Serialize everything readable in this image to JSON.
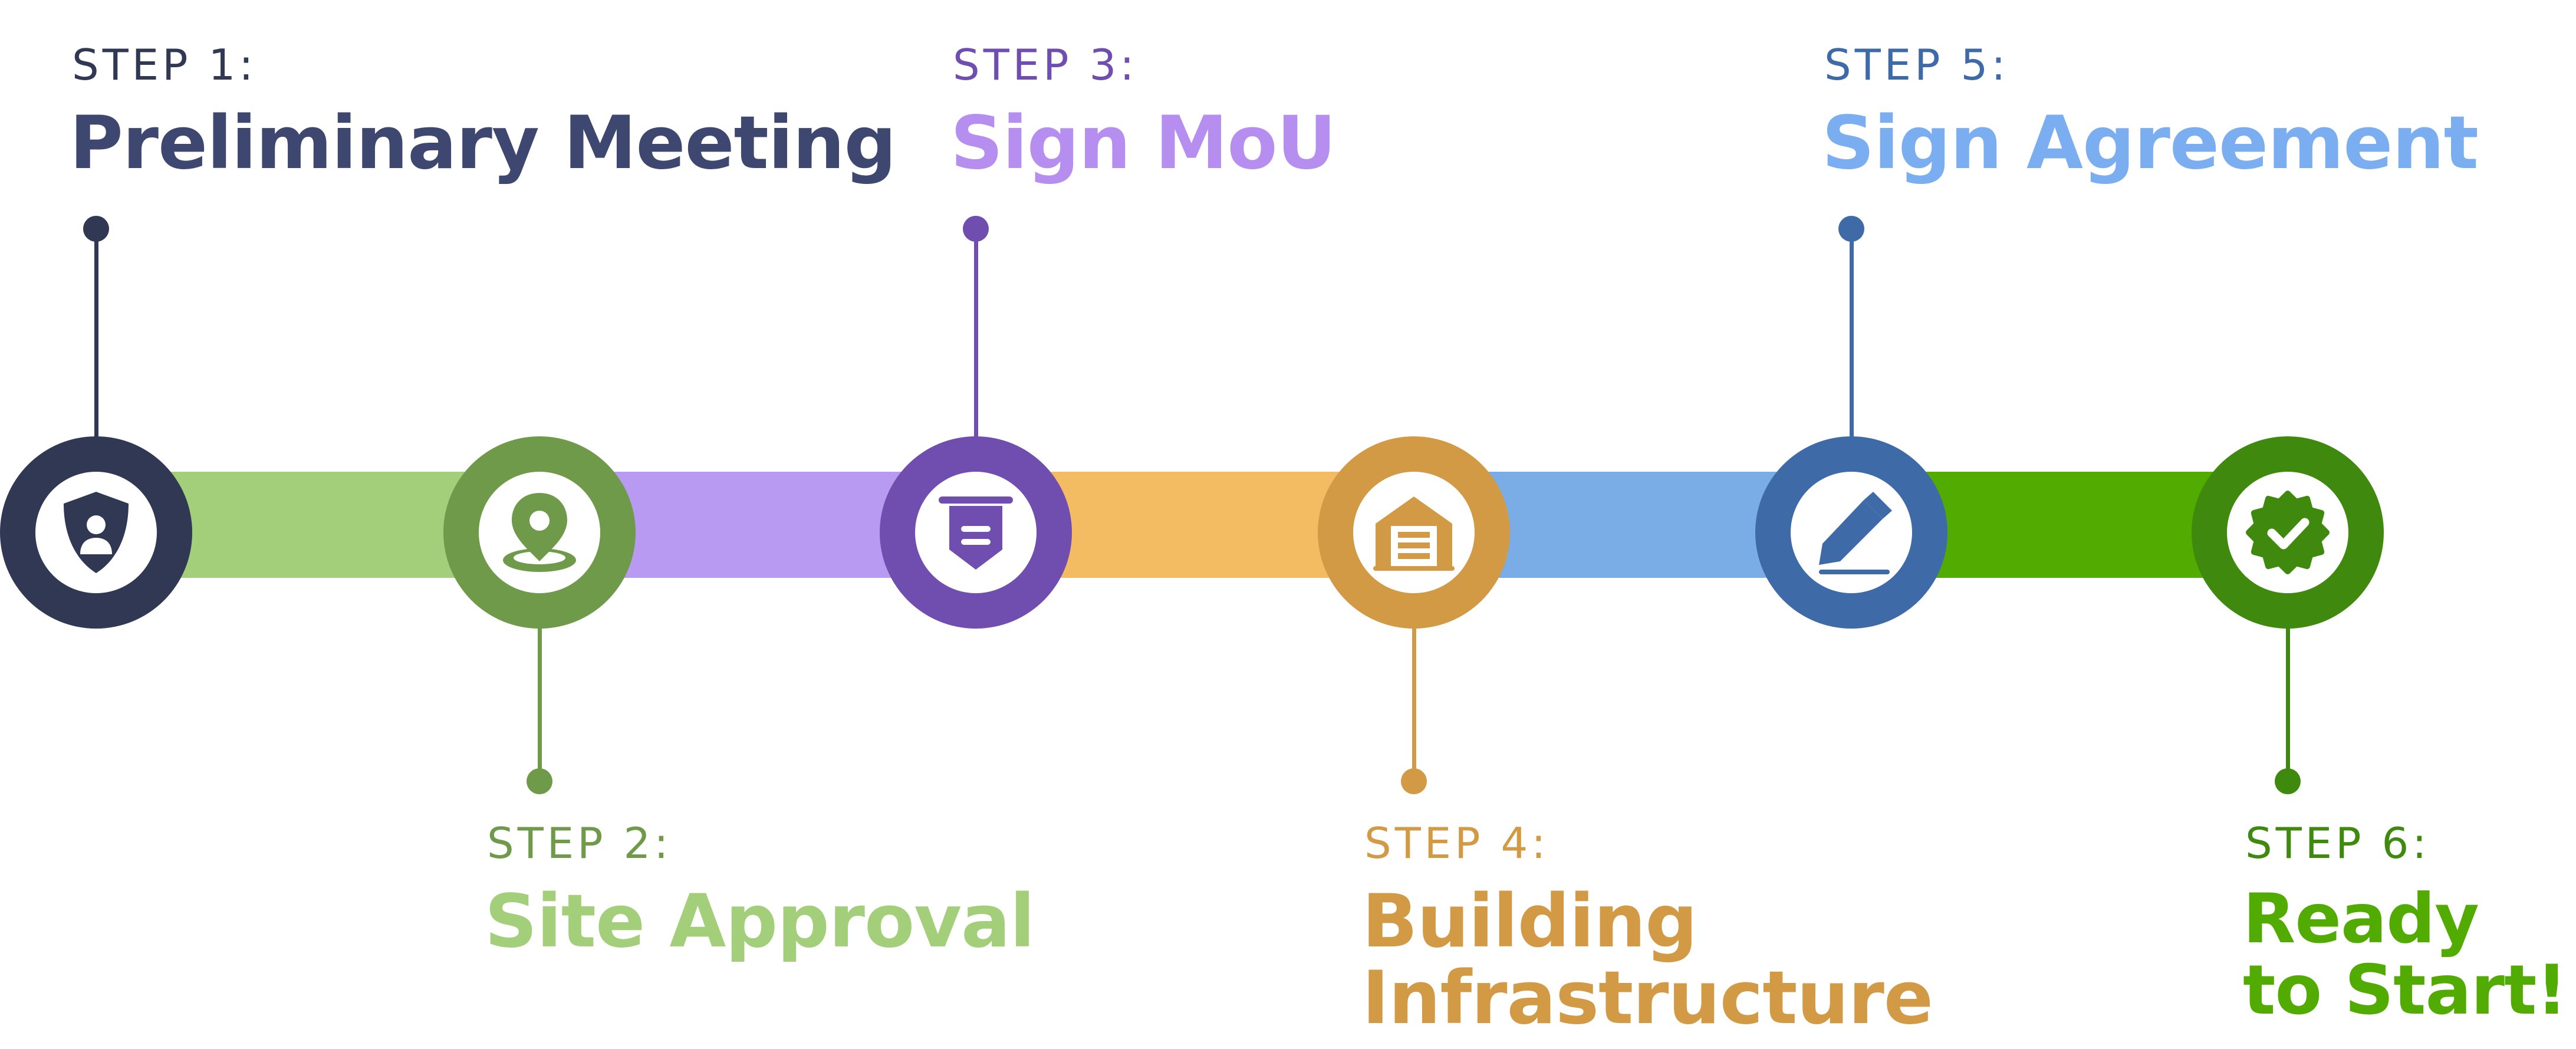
{
  "steps": [
    {
      "label": "STEP 1:",
      "title_lines": [
        "Preliminary Meeting"
      ],
      "color": "#313854",
      "title_color": "#3e4770",
      "band_color": "#a3cf7a",
      "icon": "shield-user-icon"
    },
    {
      "label": "STEP 2:",
      "title_lines": [
        "Site Approval"
      ],
      "color": "#6f9a4a",
      "title_color": "#a3cf7a",
      "band_color": "#b89af2",
      "icon": "location-pin-icon"
    },
    {
      "label": "STEP 3:",
      "title_lines": [
        "Sign MoU"
      ],
      "color": "#6f4eb0",
      "title_color": "#b58ef0",
      "band_color": "#f3bb62",
      "icon": "document-banner-icon"
    },
    {
      "label": "STEP 4:",
      "title_lines": [
        "Building",
        "Infrastructure"
      ],
      "color": "#d39a46",
      "title_color": "#d39a46",
      "band_color": "#7aace6",
      "icon": "warehouse-icon"
    },
    {
      "label": "STEP 5:",
      "title_lines": [
        "Sign Agreement"
      ],
      "color": "#3f6aa8",
      "title_color": "#7aaef0",
      "band_color": "#52ab00",
      "icon": "pen-sign-icon"
    },
    {
      "label": "STEP 6:",
      "title_lines": [
        "Ready",
        "to Start!"
      ],
      "color": "#3f8a0e",
      "title_color": "#52ab00",
      "band_color": "#52ab00",
      "icon": "badge-check-icon"
    }
  ]
}
